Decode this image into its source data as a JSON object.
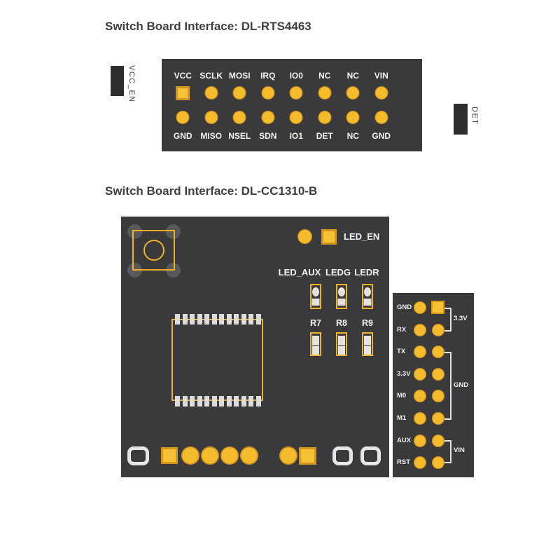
{
  "colors": {
    "board": "#3A3A3C",
    "jumper_tag": "#2E2E2E",
    "pad_gold_bright": "#F4BC2D",
    "pad_gold_dark": "#D6961E",
    "silkscreen_gold": "#EFB125",
    "silkscreen_white": "#E3E3E1",
    "board_label": "#F2F2F2",
    "title_text": "#3D4144"
  },
  "titles": {
    "rts": "Switch Board Interface: DL-RTS4463",
    "cc": "Switch Board Interface: DL-CC1310-B"
  },
  "rts": {
    "left_tag": "VCC_EN",
    "right_tag": "DET",
    "columns": [
      {
        "top": "VCC",
        "bottom": "GND"
      },
      {
        "top": "SCLK",
        "bottom": "MISO"
      },
      {
        "top": "MOSI",
        "bottom": "NSEL"
      },
      {
        "top": "IRQ",
        "bottom": "SDN"
      },
      {
        "top": "IO0",
        "bottom": "IO1"
      },
      {
        "top": "NC",
        "bottom": "DET"
      },
      {
        "top": "NC",
        "bottom": "NC"
      },
      {
        "top": "VIN",
        "bottom": "GND"
      }
    ]
  },
  "cc": {
    "led_en": "LED_EN",
    "led_labels": [
      "LED_AUX",
      "LEDG",
      "LEDR"
    ],
    "r_labels": [
      "R7",
      "R8",
      "R9"
    ],
    "header_rows": [
      {
        "label": "GND"
      },
      {
        "label": "RX"
      },
      {
        "label": "TX"
      },
      {
        "label": "3.3V"
      },
      {
        "label": "M0"
      },
      {
        "label": "M1"
      },
      {
        "label": "AUX"
      },
      {
        "label": "RST"
      }
    ],
    "brackets": [
      {
        "label": "3.3V"
      },
      {
        "label": "GND"
      },
      {
        "label": "VIN"
      }
    ]
  }
}
